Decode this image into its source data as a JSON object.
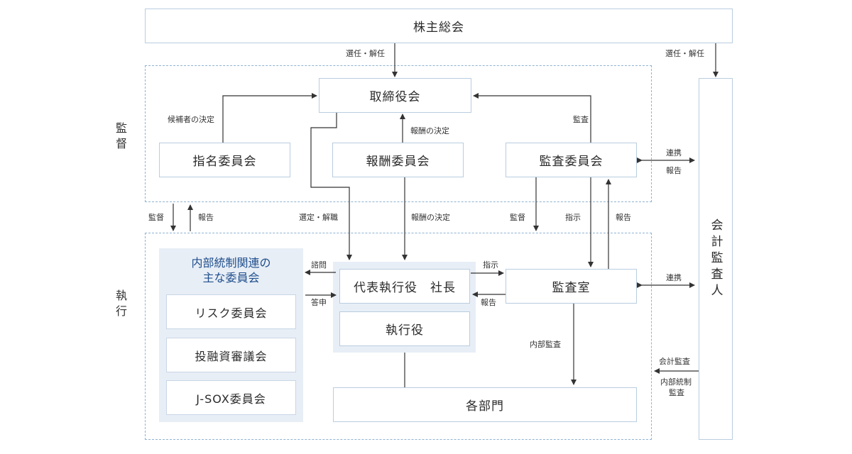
{
  "boxes": {
    "shareholders": "株主総会",
    "board": "取締役会",
    "nomination": "指名委員会",
    "compensation": "報酬委員会",
    "audit_committee": "監査委員会",
    "ceo": "代表執行役　社長",
    "executive_officers": "執行役",
    "audit_office": "監査室",
    "departments": "各部門",
    "accounting_auditor": "会計監査人"
  },
  "internal_committees": {
    "title_line1": "内部統制関連の",
    "title_line2": "主な委員会",
    "items": [
      "リスク委員会",
      "投融資審議会",
      "J-SOX委員会"
    ]
  },
  "sections": {
    "supervision": "監督",
    "execution": "執行"
  },
  "labels": {
    "elect_dismiss_1": "選任・解任",
    "elect_dismiss_2": "選任・解任",
    "candidate_decision": "候補者の決定",
    "compensation_decision_1": "報酬の決定",
    "audit_1": "監査",
    "cooperation_1": "連携",
    "report_1": "報告",
    "supervise_1": "監督",
    "report_2": "報告",
    "select_dismiss": "選定・解職",
    "compensation_decision_2": "報酬の決定",
    "supervise_2": "監督",
    "instruct_1": "指示",
    "report_3": "報告",
    "inquiry": "諮問",
    "answer": "答申",
    "instruct_2": "指示",
    "report_4": "報告",
    "cooperation_2": "連携",
    "internal_audit": "内部監査",
    "accounting_audit": "会計監査",
    "internal_control_audit_1": "内部統制",
    "internal_control_audit_2": "監査"
  },
  "colors": {
    "region_border": "#8fb3d3",
    "box_border": "#b9cde0",
    "shade": "#e8eef6",
    "title_blue": "#1f4e8c",
    "line": "#333333"
  }
}
